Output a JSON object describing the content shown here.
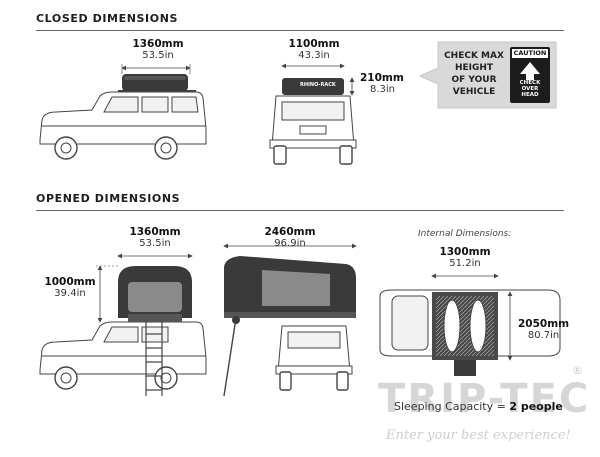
{
  "sections": {
    "closed_title": "CLOSED DIMENSIONS",
    "opened_title": "OPENED DIMENSIONS"
  },
  "closed": {
    "length_mm": "1360mm",
    "length_in": "53.5in",
    "width_mm": "1100mm",
    "width_in": "43.3in",
    "height_mm": "210mm",
    "height_in": "8.3in",
    "tent_brand": "RHINO-RACK"
  },
  "notice": {
    "text": [
      "CHECK MAX",
      "HEIGHT",
      "OF YOUR",
      "VEHICLE"
    ],
    "caution_label": "CAUTION",
    "sign_text": [
      "CHECK",
      "OVER",
      "HEAD"
    ]
  },
  "opened": {
    "length_mm": "1360mm",
    "length_in": "53.5in",
    "height_mm": "1000mm",
    "height_in": "39.4in",
    "extended_mm": "2460mm",
    "extended_in": "96.9in",
    "internal_label": "Internal Dimensions:",
    "internal_width_mm": "1300mm",
    "internal_width_in": "51.2in",
    "internal_length_mm": "2050mm",
    "internal_length_in": "80.7in",
    "sleeping_label": "Sleeping Capacity = ",
    "sleeping_value": "2 people"
  },
  "watermark": {
    "brand": "TRIP-TEC",
    "registered": "®",
    "tagline": "Enter your best experience!"
  },
  "colors": {
    "tent_dark": "#3a3a3a",
    "tent_grey": "#8a8a8a",
    "notice_bg": "#d9d9d9",
    "line": "#555555"
  }
}
